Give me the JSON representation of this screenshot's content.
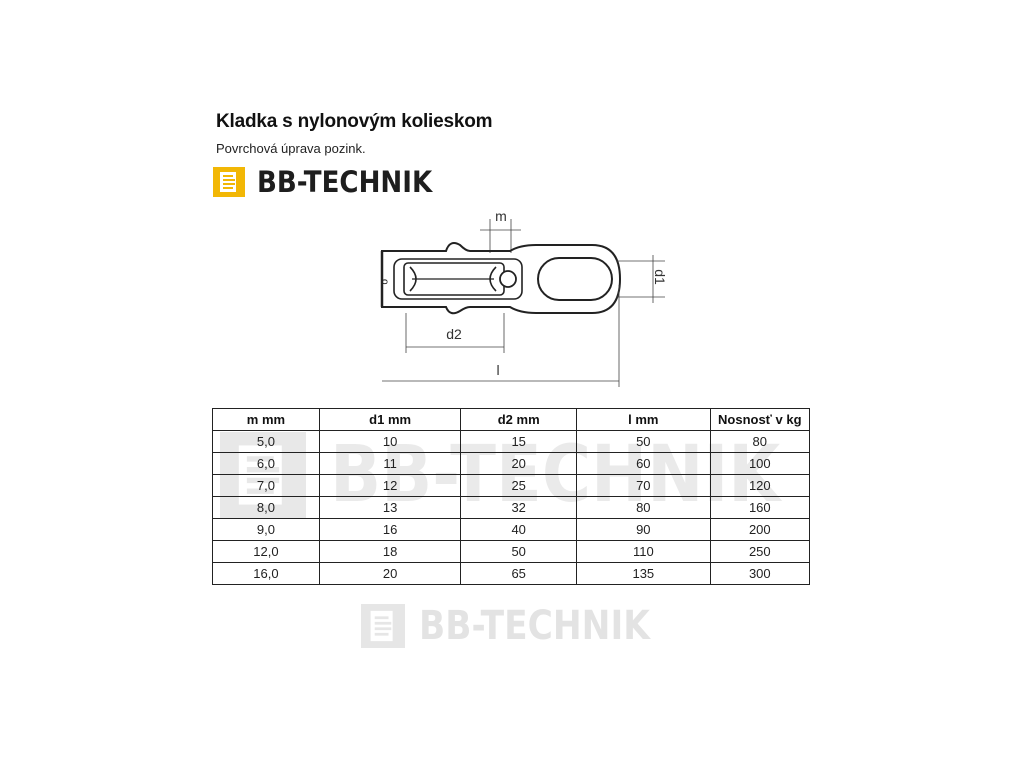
{
  "product": {
    "title": "Kladka s nylonovým kolieskom",
    "subtitle": "Povrchová úprava pozink."
  },
  "brand": {
    "name": "BB-TECHNIK",
    "icon": "bb-technik-logo-icon",
    "color": "#f2b705"
  },
  "drawing": {
    "labels": {
      "m": "m",
      "d1": "d1",
      "d2": "d2",
      "l": "l"
    }
  },
  "table": {
    "headers": [
      "m mm",
      "d1 mm",
      "d2 mm",
      "l mm",
      "Nosnosť v kg"
    ],
    "rows": [
      [
        "5,0",
        "10",
        "15",
        "50",
        "80"
      ],
      [
        "6,0",
        "11",
        "20",
        "60",
        "100"
      ],
      [
        "7,0",
        "12",
        "25",
        "70",
        "120"
      ],
      [
        "8,0",
        "13",
        "32",
        "80",
        "160"
      ],
      [
        "9,0",
        "16",
        "40",
        "90",
        "200"
      ],
      [
        "12,0",
        "18",
        "50",
        "110",
        "250"
      ],
      [
        "16,0",
        "20",
        "65",
        "135",
        "300"
      ]
    ]
  },
  "watermark": {
    "text": "BB-TECHNIK"
  }
}
